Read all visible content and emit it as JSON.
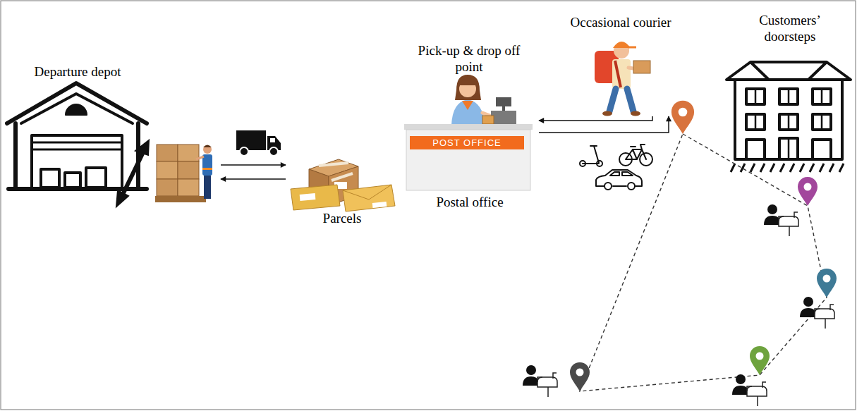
{
  "diagram": {
    "nodes": [
      {
        "text": [
          "Departure depot"
        ]
      },
      {
        "text": [
          "Parcels"
        ]
      },
      {
        "text": [
          "Pick-up & drop off point",
          "POST OFFICE",
          "Postal office"
        ]
      },
      {
        "text": [
          "Occasional courier"
        ]
      },
      {
        "text": [
          "Customers’ doorsteps"
        ]
      }
    ],
    "edges": [
      {
        "from": 0,
        "to": 1,
        "arrow": "to"
      },
      {
        "from": 1,
        "to": 0,
        "arrow": "to"
      },
      {
        "from": 3,
        "to": 2,
        "arrow": "to"
      },
      {
        "from": 2,
        "to": 3,
        "arrow": "to"
      }
    ]
  }
}
